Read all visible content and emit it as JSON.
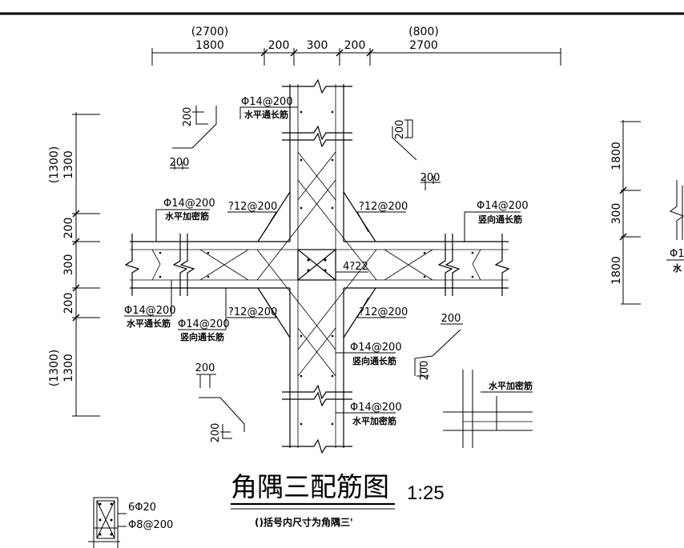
{
  "top_dims": {
    "paren_left": "(2700)",
    "paren_right": "(800)",
    "seg1": "1800",
    "seg2": "200",
    "seg3": "300",
    "seg4": "200",
    "seg5": "2700"
  },
  "left_dims": {
    "top_paren": "(1300)",
    "top": "1300",
    "a": "200",
    "b": "300",
    "c": "200",
    "bottom_paren": "(1300)",
    "bottom": "1300"
  },
  "right_dims": {
    "a": "1800",
    "b": "300",
    "c": "1800",
    "cut_code": "Φ1",
    "cut_note": "水"
  },
  "labels": {
    "top_rebar": "Φ14@200",
    "top_rebar_note": "水平通长筋",
    "left_rebar": "Φ14@200",
    "left_rebar_note": "水平加密筋",
    "diag_tl": "?12@200",
    "diag_tr": "?12@200",
    "right_rebar": "Φ14@200",
    "right_rebar_note": "竖向通长筋",
    "center": "4?22",
    "bl1": "Φ14@200",
    "bl1_note": "水平通长筋",
    "bl2": "Φ14@200",
    "bl2_note": "竖向通长筋",
    "diag_bl": "?12@200",
    "diag_br": "?12@200",
    "br1": "Φ14@200",
    "br1_note": "竖向通长筋",
    "br2": "Φ14@200",
    "br2_note": "水平加密筋",
    "hook_tl": "200",
    "hook_tl2": "200",
    "hook_tr": "200",
    "hook_tr2": "200",
    "hook_br": "200",
    "hook_br2": "200",
    "hook_bl": "200",
    "hook_bl2": "200",
    "detail_note": "水平加密筋"
  },
  "title": {
    "main": "角隅三配筋图",
    "scale": "1:25",
    "note": "()括号内尺寸为角隅三'"
  },
  "legend": {
    "bars": "6Φ20",
    "stirrup": "Φ8@200"
  }
}
